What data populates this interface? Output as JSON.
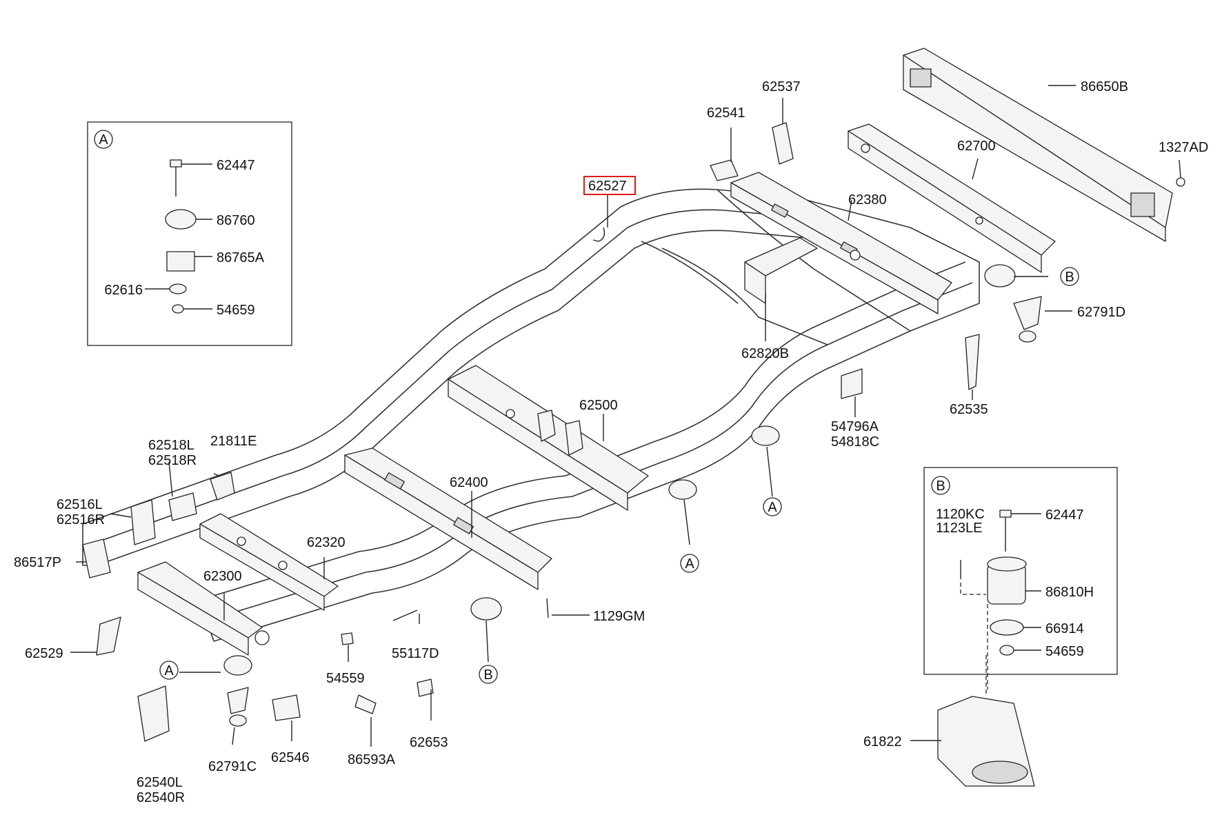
{
  "inset_a": {
    "callout": "A",
    "parts": [
      "62447",
      "86760",
      "86765A",
      "62616",
      "54659"
    ]
  },
  "inset_b": {
    "callout": "B",
    "parts": [
      "1120KC",
      "1123LE",
      "62447",
      "86810H",
      "66914",
      "54659"
    ]
  },
  "parts": {
    "p62527": "62527",
    "p62541": "62541",
    "p62537": "62537",
    "p86650B": "86650B",
    "p1327AD": "1327AD",
    "p62700": "62700",
    "p62380": "62380",
    "p62791D": "62791D",
    "p62820B": "62820B",
    "p62535": "62535",
    "p54796A": "54796A",
    "p54818C": "54818C",
    "p62500": "62500",
    "p62400": "62400",
    "p62518L": "62518L",
    "p62518R": "62518R",
    "p21811E": "21811E",
    "p62516L": "62516L",
    "p62516R": "62516R",
    "p86517P": "86517P",
    "p62320": "62320",
    "p62300": "62300",
    "p62529": "62529",
    "p55117D": "55117D",
    "p54559": "54559",
    "p1129GM": "1129GM",
    "p62540L": "62540L",
    "p62540R": "62540R",
    "p62791C": "62791C",
    "p62546": "62546",
    "p86593A": "86593A",
    "p62653": "62653",
    "p61822": "61822"
  },
  "callouts": {
    "a": "A",
    "b": "B"
  },
  "highlight": {
    "part": "62527",
    "color": "#e01818"
  }
}
